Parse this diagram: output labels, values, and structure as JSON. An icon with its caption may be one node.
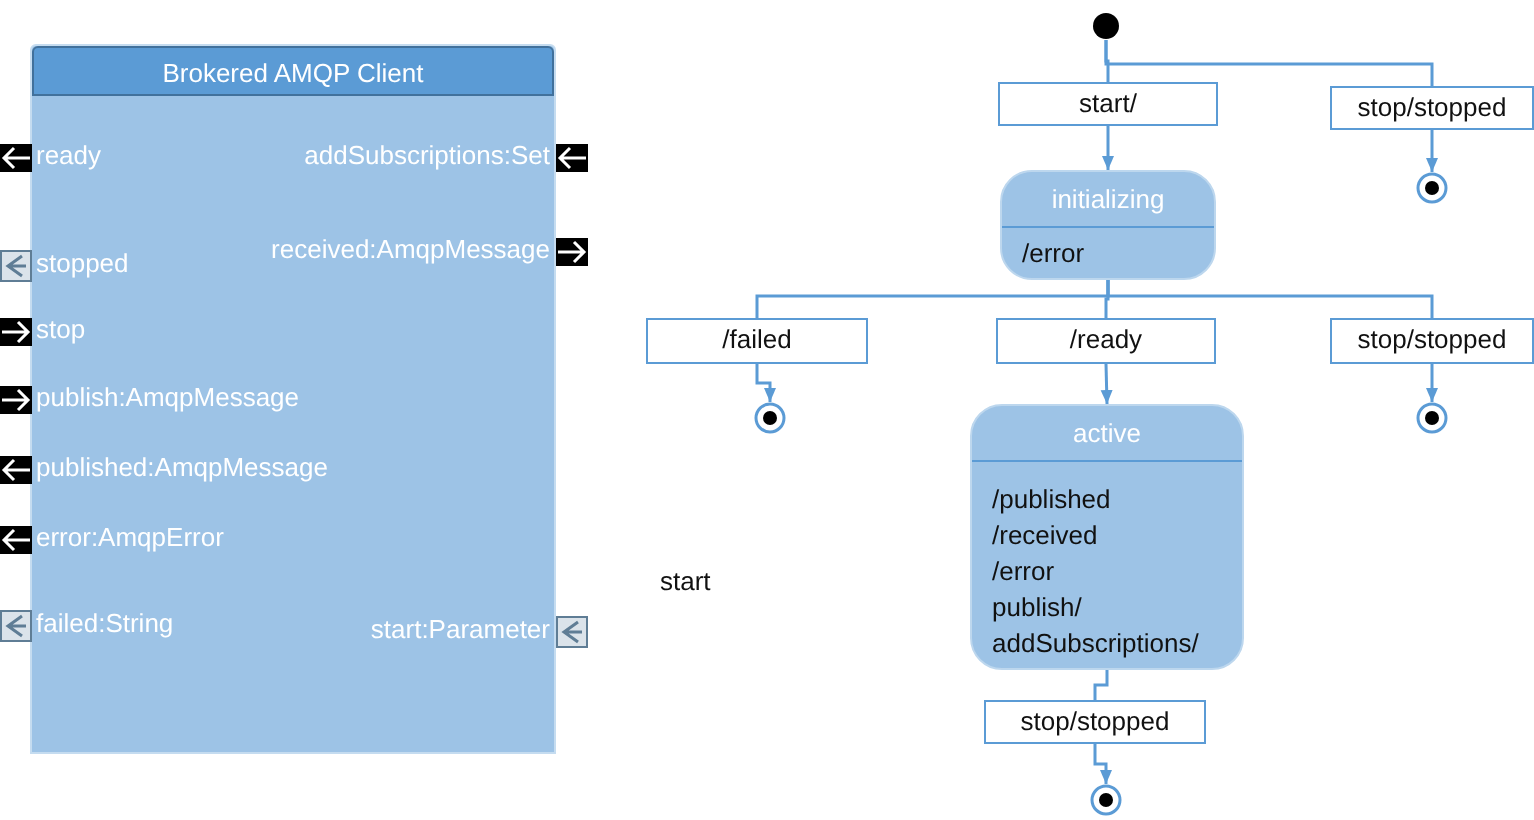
{
  "diagram": {
    "nodes": [
      {
        "text": [
          "Brokered AMQP Client"
        ]
      },
      {
        "text": [],
        "shape": "circle"
      },
      {
        "text": [
          "start/"
        ]
      },
      {
        "text": [
          "stop/stopped"
        ]
      },
      {
        "text": [],
        "shape": "bullseye"
      },
      {
        "text": [
          "initializing",
          "/error"
        ]
      },
      {
        "text": [
          "/failed"
        ]
      },
      {
        "text": [
          "/ready"
        ]
      },
      {
        "text": [
          "stop/stopped"
        ]
      },
      {
        "text": [],
        "shape": "bullseye"
      },
      {
        "text": [
          "active",
          "/published",
          "/received",
          "/error",
          "publish/",
          "addSubscriptions/"
        ]
      },
      {
        "text": [],
        "shape": "bullseye"
      },
      {
        "text": [
          "stop/stopped"
        ]
      },
      {
        "text": [],
        "shape": "bullseye"
      }
    ],
    "edges": [
      {
        "from": 1,
        "to": 2,
        "arrow": "none"
      },
      {
        "from": 1,
        "to": 3,
        "arrow": "none"
      },
      {
        "from": 2,
        "to": 5,
        "arrow": "to"
      },
      {
        "from": 3,
        "to": 4,
        "arrow": "to"
      },
      {
        "from": 5,
        "to": 6,
        "arrow": "none"
      },
      {
        "from": 5,
        "to": 7,
        "arrow": "none"
      },
      {
        "from": 5,
        "to": 8,
        "arrow": "none"
      },
      {
        "from": 6,
        "to": 9,
        "arrow": "to"
      },
      {
        "from": 7,
        "to": 10,
        "arrow": "to"
      },
      {
        "from": 8,
        "to": 11,
        "arrow": "to"
      },
      {
        "from": 10,
        "to": 12,
        "arrow": "none"
      },
      {
        "from": 12,
        "to": 13,
        "arrow": "to"
      }
    ],
    "labels": [
      "ready",
      "addSubscriptions:Set",
      "stopped",
      "received:AmqpMessage",
      "stop",
      "publish:AmqpMessage",
      "published:AmqpMessage",
      "error:AmqpError",
      "failed:String",
      "start:Parameter",
      "start"
    ]
  }
}
